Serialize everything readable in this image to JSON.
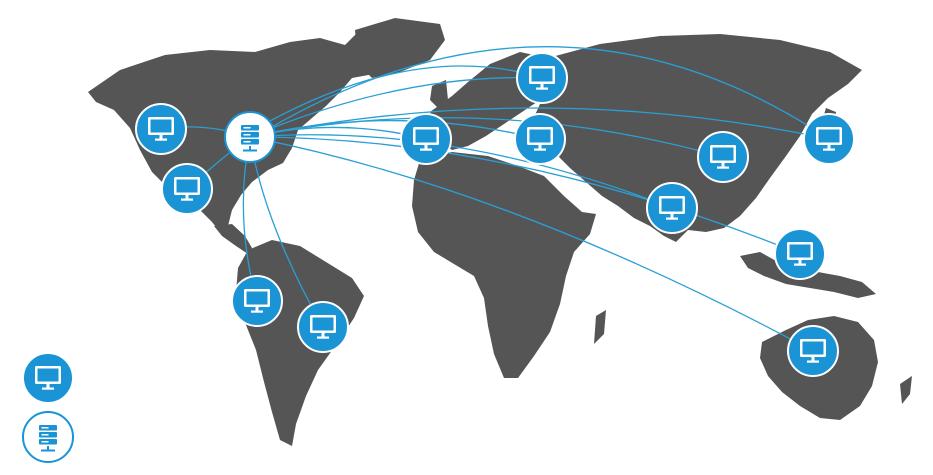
{
  "colors": {
    "land": "#555555",
    "node": "#1a94d4",
    "line": "#2a9fd6",
    "background": "#ffffff"
  },
  "hub": {
    "icon": "server-icon",
    "label": ""
  },
  "clients": [
    {
      "id": "north-america-west",
      "icon": "monitor-icon"
    },
    {
      "id": "mexico",
      "icon": "monitor-icon"
    },
    {
      "id": "south-america-west",
      "icon": "monitor-icon"
    },
    {
      "id": "brazil",
      "icon": "monitor-icon"
    },
    {
      "id": "western-europe",
      "icon": "monitor-icon"
    },
    {
      "id": "scandinavia",
      "icon": "monitor-icon"
    },
    {
      "id": "eastern-europe",
      "icon": "monitor-icon"
    },
    {
      "id": "china",
      "icon": "monitor-icon"
    },
    {
      "id": "india",
      "icon": "monitor-icon"
    },
    {
      "id": "japan",
      "icon": "monitor-icon"
    },
    {
      "id": "southeast-asia",
      "icon": "monitor-icon"
    },
    {
      "id": "australia",
      "icon": "monitor-icon"
    }
  ],
  "legend": {
    "items": [
      {
        "icon": "monitor-icon",
        "label": ""
      },
      {
        "icon": "server-icon",
        "label": ""
      }
    ]
  }
}
